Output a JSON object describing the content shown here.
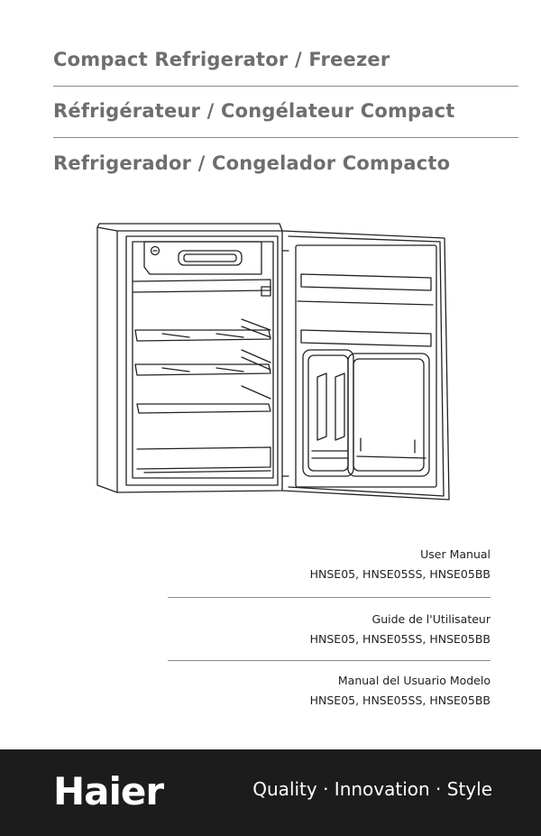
{
  "titles": {
    "en": "Compact Refrigerator / Freezer",
    "fr": "Réfrigérateur / Congélateur Compact",
    "es": "Refrigerador / Congelador Compacto"
  },
  "manuals": [
    {
      "title": "User Manual",
      "models": "HNSE05, HNSE05SS, HNSE05BB"
    },
    {
      "title": "Guide de l'Utilisateur",
      "models": "HNSE05, HNSE05SS, HNSE05BB"
    },
    {
      "title": "Manual del Usuario Modelo",
      "models": "HNSE05, HNSE05SS, HNSE05BB"
    }
  ],
  "footer": {
    "brand": "Haier",
    "tagline": "Quality · Innovation · Style"
  },
  "colors": {
    "title_gray": "#6e6e6e",
    "footer_bg": "#1c1c1c",
    "footer_text": "#ffffff"
  },
  "illustration": "refrigerator-line-drawing"
}
